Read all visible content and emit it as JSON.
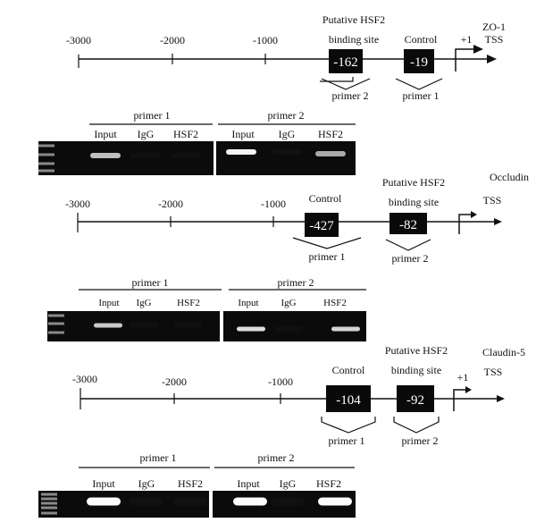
{
  "panels": [
    {
      "gene_label": "ZO-1",
      "tss_label": "TSS",
      "plus_one": "+1",
      "ticks": [
        "-3000",
        "-2000",
        "-1000"
      ],
      "binding_site_title_1": "Putative HSF2",
      "binding_site_title_2": "binding site",
      "control_title": "Control",
      "binding_box": "-162",
      "control_box": "-19",
      "binding_primer": "primer 2",
      "control_primer": "primer 1",
      "gel": {
        "group1_label": "primer 1",
        "group2_label": "primer 2",
        "lanes": [
          "Input",
          "IgG",
          "HSF2",
          "Input",
          "IgG",
          "HSF2"
        ],
        "bands": [
          0.7,
          0,
          0,
          0.95,
          0,
          0.6
        ]
      }
    },
    {
      "gene_label": "Occludin",
      "tss_label": "TSS",
      "plus_one": "",
      "ticks": [
        "-3000",
        "-2000",
        "-1000"
      ],
      "binding_site_title_1": "Putative HSF2",
      "binding_site_title_2": "binding site",
      "control_title": "Control",
      "binding_box": "-82",
      "control_box": "-427",
      "binding_primer": "primer 2",
      "control_primer": "primer 1",
      "gel": {
        "group1_label": "primer 1",
        "group2_label": "primer 2",
        "lanes": [
          "Input",
          "IgG",
          "HSF2",
          "Input",
          "IgG",
          "HSF2"
        ],
        "bands": [
          0.75,
          0,
          0,
          0.85,
          0,
          0.8
        ]
      }
    },
    {
      "gene_label": "Claudin-5",
      "tss_label": "TSS",
      "plus_one": "+1",
      "ticks": [
        "-3000",
        "-2000",
        "-1000"
      ],
      "binding_site_title_1": "Putative HSF2",
      "binding_site_title_2": "binding site",
      "control_title": "Control",
      "binding_box": "-92",
      "control_box": "-104",
      "binding_primer": "primer 2",
      "control_primer": "primer 1",
      "gel": {
        "group1_label": "primer 1",
        "group2_label": "primer 2",
        "lanes": [
          "Input",
          "IgG",
          "HSF2",
          "Input",
          "IgG",
          "HSF2"
        ],
        "bands": [
          1,
          0,
          0,
          1,
          0,
          1
        ]
      }
    }
  ]
}
